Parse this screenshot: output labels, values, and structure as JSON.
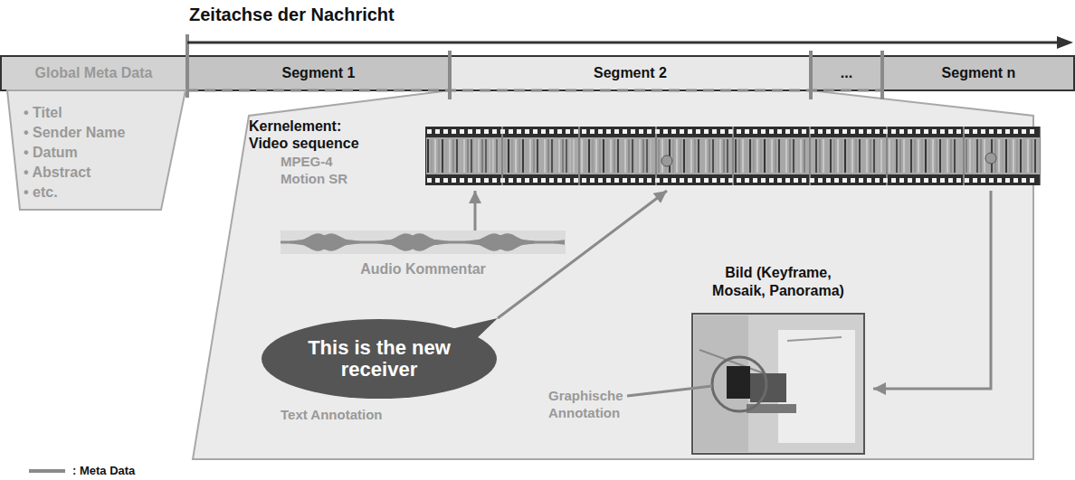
{
  "diagram": {
    "title": "Zeitachse der Nachricht",
    "nodes": [
      {
        "text": [
          "Global Meta Data"
        ]
      },
      {
        "text": [
          "Segment 1"
        ]
      },
      {
        "text": [
          "Segment 2"
        ]
      },
      {
        "text": [
          "..."
        ]
      },
      {
        "text": [
          "Segment n"
        ]
      },
      {
        "text": [
          "• Titel",
          "• Sender Name",
          "• Datum",
          "• Abstract",
          "• etc."
        ]
      },
      {
        "text": [
          "Kernelement: Video sequence",
          "MPEG-4 Motion SR"
        ]
      },
      {
        "text": [
          "Audio Kommentar"
        ]
      },
      {
        "text": [
          "This is the new receiver",
          "Text Annotation"
        ]
      },
      {
        "text": [
          "Bild (Keyframe, Mosaik, Panorama)"
        ]
      }
    ],
    "edges": [
      {
        "from": 7,
        "to": 6,
        "arrow": "to"
      },
      {
        "from": 8,
        "to": 6,
        "arrow": "to"
      },
      {
        "from": 6,
        "to": 9,
        "arrow": "to"
      }
    ],
    "labels": [
      "Graphische Annotation"
    ],
    "legend": [
      {
        "text": ": Meta Data"
      }
    ]
  }
}
